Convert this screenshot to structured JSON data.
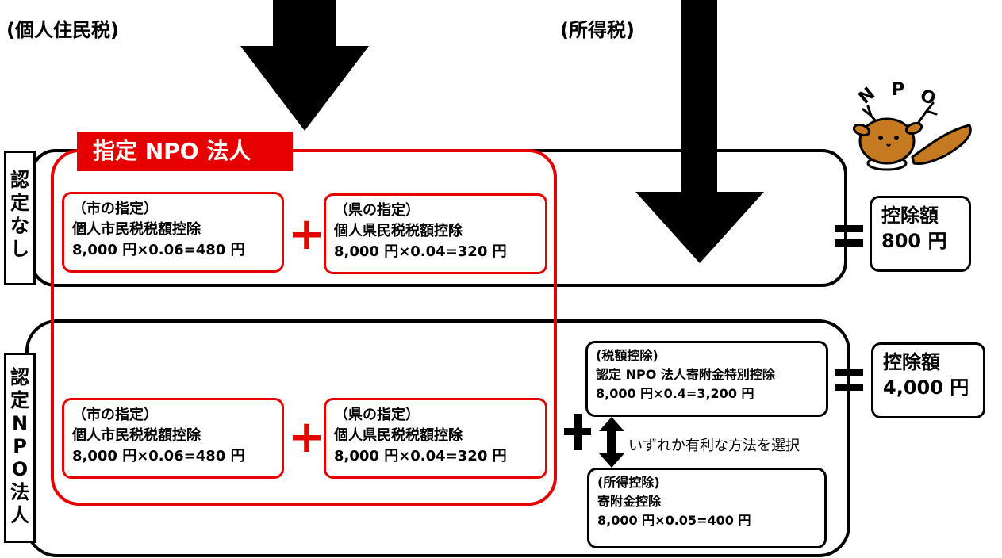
{
  "headers": {
    "resident_tax": "(個人住民税)",
    "income_tax": "(所得税)"
  },
  "designated_npo_label": "指定 NPO 法人",
  "row_labels": {
    "not_certified": [
      "認",
      "定",
      "な",
      "し"
    ],
    "certified": [
      "認",
      "定",
      "N",
      "P",
      "O",
      "法",
      "人"
    ]
  },
  "boxes": {
    "top_city": [
      "（市の指定）",
      "個人市民税税額控除",
      "8,000 円×0.06=480 円"
    ],
    "top_pref": [
      "（県の指定）",
      "個人県民税税額控除",
      "8,000 円×0.04=320 円"
    ],
    "bottom_city": [
      "（市の指定）",
      "個人市民税税額控除",
      "8,000 円×0.06=480 円"
    ],
    "bottom_pref": [
      "（県の指定）",
      "個人県民税税額控除",
      "8,000 円×0.04=320 円"
    ],
    "tax_credit": [
      "(税額控除)",
      "認定 NPO 法人寄附金特別控除",
      "8,000 円×0.4=3,200 円"
    ],
    "income_deduction": [
      "(所得控除)",
      "寄附金控除",
      "8,000 円×0.05=400 円"
    ]
  },
  "choice_note": "いずれか有利な方法を選択",
  "results": {
    "top": [
      "控除額",
      "800 円"
    ],
    "bottom": [
      "控除額",
      "4,000 円"
    ]
  },
  "mascot_letters": [
    "N",
    "P",
    "O"
  ],
  "colors": {
    "accent_red": "#e60000",
    "mascot_brown": "#c57a22"
  }
}
